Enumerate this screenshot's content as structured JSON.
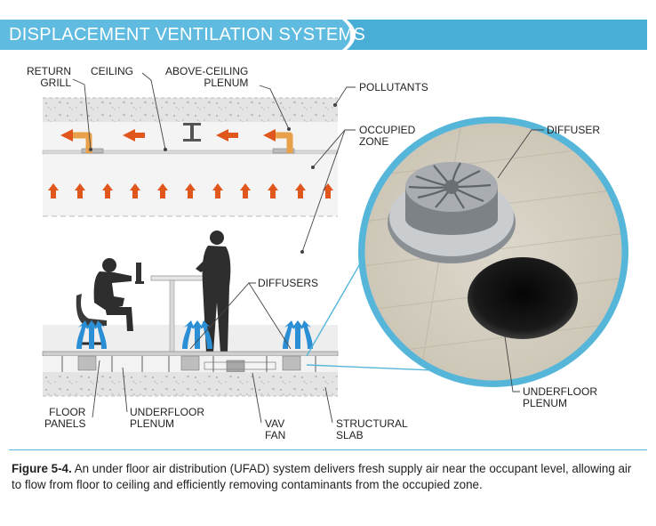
{
  "header": {
    "title": "DISPLACEMENT VENTILATION SYSTEMS"
  },
  "labels": {
    "return_grill": "RETURN\nGRILL",
    "ceiling": "CEILING",
    "above_ceiling_plenum": "ABOVE-CEILING\nPLENUM",
    "pollutants": "POLLUTANTS",
    "occupied_zone": "OCCUPIED\nZONE",
    "diffuser": "DIFFUSER",
    "diffusers": "DIFFUSERS",
    "floor_panels": "FLOOR\nPANELS",
    "underfloor_plenum": "UNDERFLOOR\nPLENUM",
    "vav_fan": "VAV\nFAN",
    "structural_slab": "STRUCTURAL\nSLAB",
    "underfloor_plenum_detail": "UNDERFLOOR\nPLENUM"
  },
  "caption": {
    "figure_label": "Figure 5-4.",
    "text": " An under floor air distribution (UFAD) system delivers fresh supply air near the occupant level, allowing air to  flow from  floor to ceiling and efficiently removing contaminants from the occupied zone."
  },
  "colors": {
    "accent": "#55b6d9",
    "arrow_orange": "#e0561c",
    "arrow_blue": "#2b8fd6",
    "duct": "#e9a04a"
  }
}
